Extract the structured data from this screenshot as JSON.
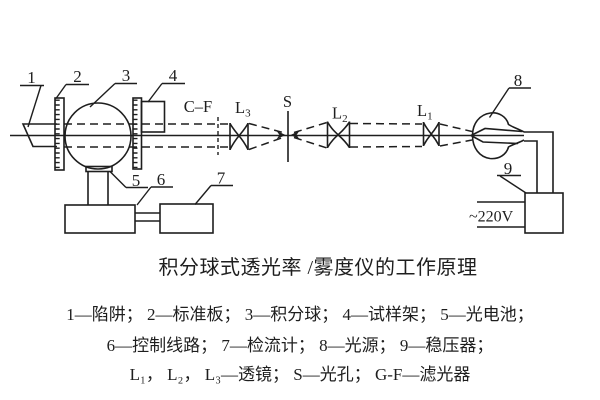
{
  "colors": {
    "ink": "#1e1e1e",
    "background": "#ffffff"
  },
  "diagram": {
    "numbers": {
      "n1": "1",
      "n2": "2",
      "n3": "3",
      "n4": "4",
      "n5": "5",
      "n6": "6",
      "n7": "7",
      "n8": "8",
      "n9": "9"
    },
    "filter_label": "C–F",
    "aperture_label": "S",
    "lens3": {
      "base": "L",
      "sub": "3"
    },
    "lens2": {
      "base": "L",
      "sub": "2"
    },
    "lens1": {
      "base": "L",
      "sub": "1"
    },
    "voltage": "~220V"
  },
  "caption": {
    "title": "积分球式透光率 /雾度仪的工作原理",
    "legend_line1": "1—陷阱； 2—标准板； 3—积分球； 4—试样架； 5—光电池；",
    "legend_line2": "6—控制线路； 7—检流计； 8—光源； 9—稳压器；",
    "legend_line3": "L₁， L₂， L₃—透镜； S—光孔； G-F—滤光器"
  }
}
